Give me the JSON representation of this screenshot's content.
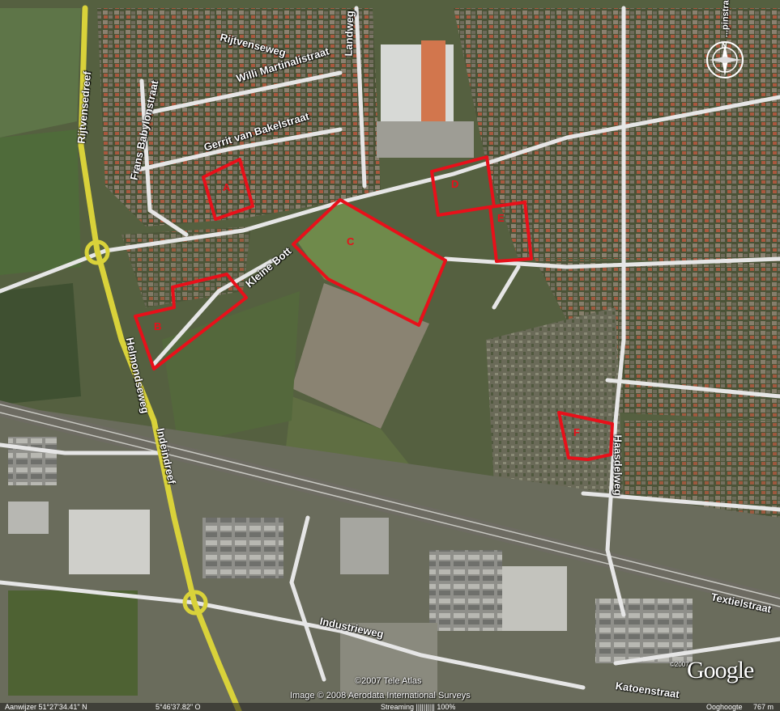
{
  "streets": {
    "rijtvenseweg": "Rijtvenseweg",
    "willi": "Willi Martinalistraat",
    "gerrit": "Gerrit van Bakelstraat",
    "frans": "Frans Babylonstraat",
    "landweg": "Landweg",
    "rijtvensedreef": "Rijtvensedreef",
    "kleine_bott": "Kleine Bott",
    "helmondseweg": "Helmondseweg",
    "indeindreef": "Indeindreef",
    "haasdelweg": "Haasdelweg",
    "textielstraat": "Textielstraat",
    "industrieweg": "Industrieweg",
    "katoenstraat": "Katoenstraat",
    "top_right": "...pinstraat"
  },
  "markers": {
    "a": "A",
    "b": "B",
    "c": "C",
    "d": "D",
    "e": "E",
    "f": "F"
  },
  "credits": {
    "tele_atlas": "©2007 Tele Atlas",
    "aerodata": "Image © 2008 Aerodata International Surveys",
    "google": "Google",
    "google_small": "©2007"
  },
  "status": {
    "pointer": "Aanwijzer  51°27'34.41\" N",
    "lon": "5°46'37.82\" O",
    "streaming": "Streaming  ||||||||||  100%",
    "eye_alt": "Ooghoogte",
    "eye_value": "767 m"
  },
  "compass": {
    "north": "N"
  },
  "colors": {
    "marker_red": "#e8101a",
    "road_white": "#e6e6e6",
    "highway_yellow": "#d9d23a"
  }
}
